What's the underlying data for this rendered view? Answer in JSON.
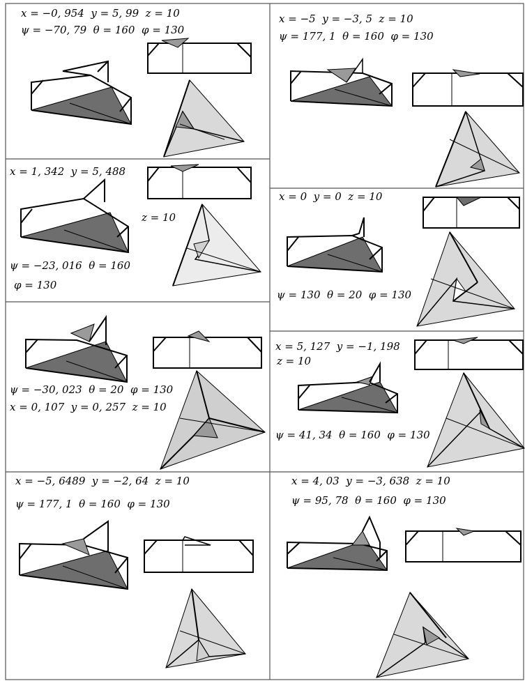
{
  "panels": [
    {
      "id": "p1",
      "lines": [
        "x = −0, 954  y = 5, 99  z = 10",
        "ψ = −70, 79  θ = 160  φ = 130"
      ]
    },
    {
      "id": "p2",
      "lines": [
        "x = −5  y = −3, 5  z = 10",
        "ψ = 177, 1  θ = 160  φ = 130"
      ]
    },
    {
      "id": "p3",
      "lines": [
        "x = 1, 342  y = 5, 488",
        "z = 10",
        "ψ = −23, 016  θ = 160",
        "φ = 130"
      ]
    },
    {
      "id": "p4",
      "lines": [
        "x = 0  y = 0  z = 10",
        "ψ = 130  θ = 20  φ = 130"
      ]
    },
    {
      "id": "p5",
      "lines": [
        "ψ = −30, 023  θ = 20  φ = 130",
        "x = 0, 107  y = 0, 257  z = 10"
      ]
    },
    {
      "id": "p6",
      "lines": [
        "x = 5, 127  y = −1, 198",
        "z = 10",
        "ψ = 41, 34  θ = 160  φ = 130"
      ]
    },
    {
      "id": "p7",
      "lines": [
        "x = −5, 6489  y = −2, 64  z = 10",
        "ψ = 177, 1  θ = 160  φ = 130"
      ]
    },
    {
      "id": "p8",
      "lines": [
        "x = 4, 03  y = −3, 638  z = 10",
        "ψ = 95, 78  θ = 160  φ = 130"
      ]
    }
  ],
  "colors": {
    "dark_face": "#6e6e6e",
    "light_face": "#d9d9d9",
    "lighter_face": "#ececec",
    "line": "#000000"
  }
}
